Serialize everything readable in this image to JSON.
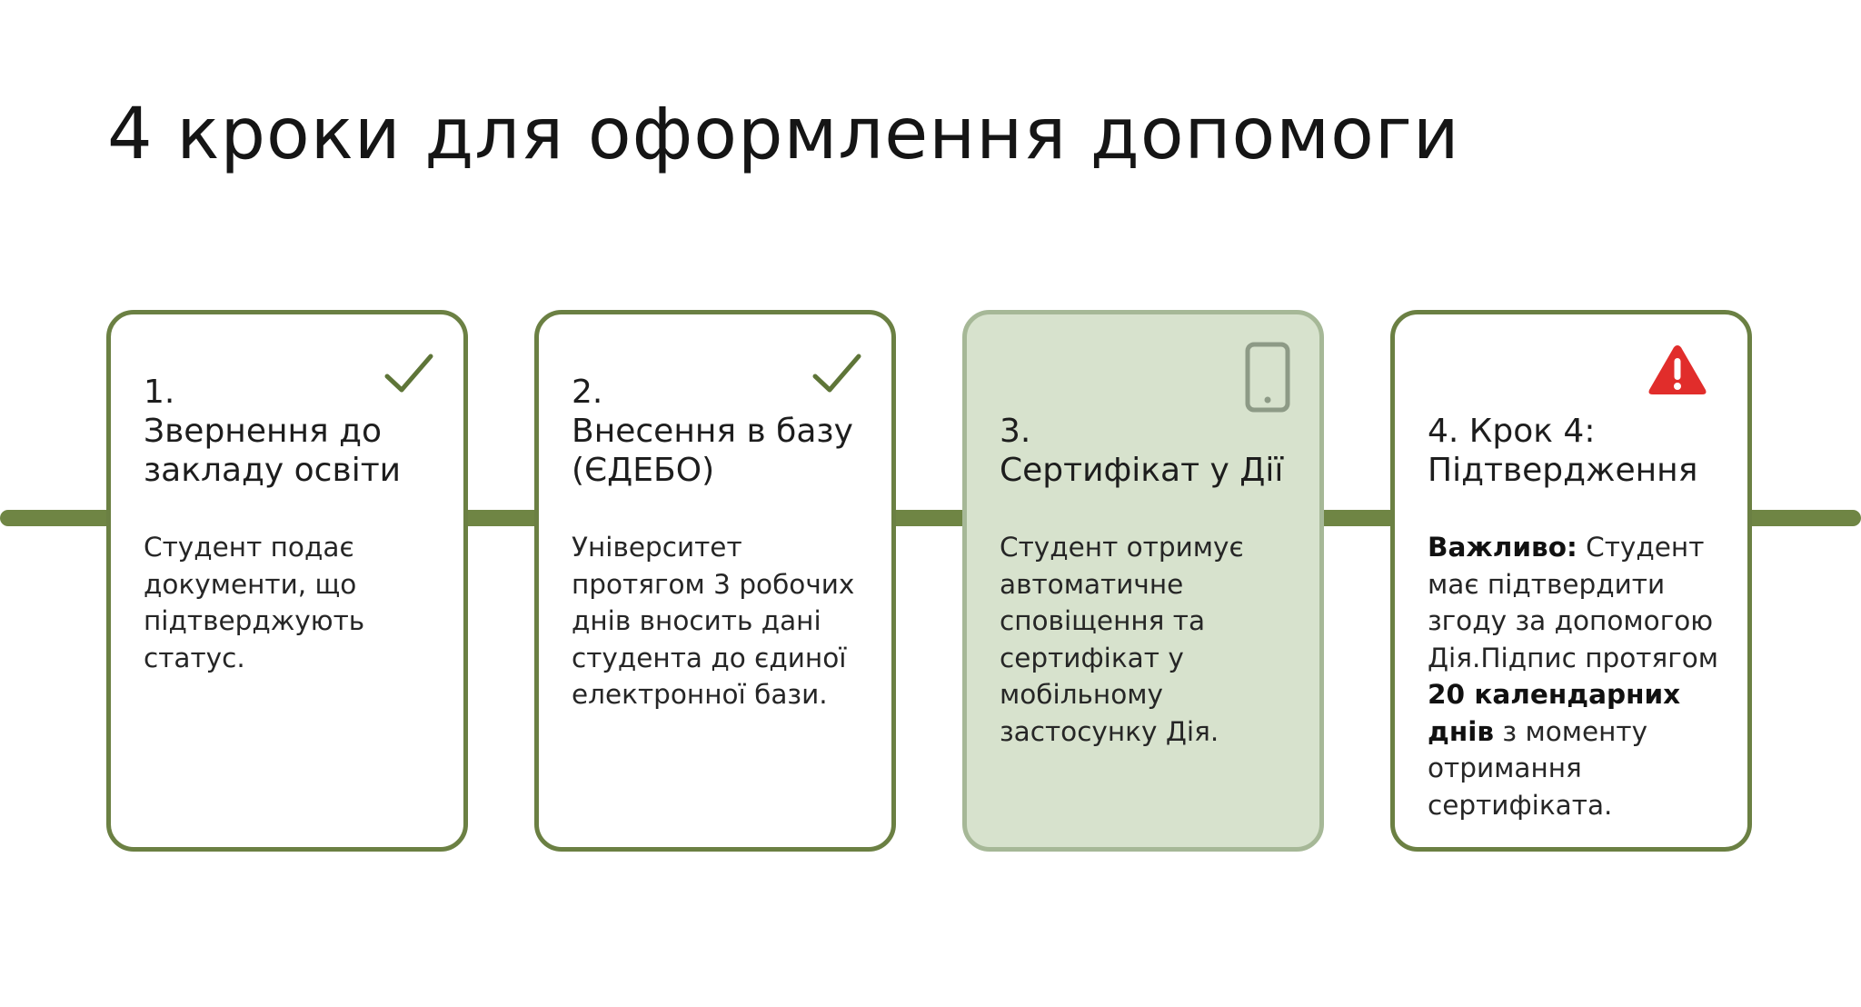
{
  "title": "4 кроки для оформлення допомоги",
  "steps": [
    {
      "number": "1.",
      "title": "Звернення до закладу освіти",
      "title_lines": [
        "Звернення до",
        "закладу освіти"
      ],
      "icon": "checkmark-icon",
      "description": "Студент подає документи, що підтверджують статус."
    },
    {
      "number": "2.",
      "title": "Внесення в базу (ЄДЕБО)",
      "title_lines": [
        "Внесення в базу",
        "(ЄДЕБО)"
      ],
      "icon": "checkmark-icon",
      "description": "Університет протягом 3 робочих днів вносить дані студента до єдиної електронної бази."
    },
    {
      "number": "3.",
      "title": "Сертифікат у Дії",
      "title_lines": [
        "Сертифікат у Дії"
      ],
      "icon": "smartphone-icon",
      "description": "Студент отримує автоматичне сповіщення та сертифікат у мобільному застосунку Дія."
    },
    {
      "number": "4. Крок 4:",
      "title": "Підтвердження",
      "title_lines": [
        "Підтвердження"
      ],
      "icon": "warning-icon",
      "description": {
        "important_label": "Важливо:",
        "text_part_1": " Студент має підтвердити згоду за допомогою Дія.Підпис протягом ",
        "deadline": "20 календарних днів",
        "text_part_2": " з моменту отримання сертифіката."
      }
    }
  ],
  "colors": {
    "accent_green": "#6f8544",
    "card_border": "#6b8043",
    "highlight_fill": "#d7e2cd",
    "highlight_border": "#a6b897",
    "icon_green": "#5e7538",
    "phone_gray": "#8d9a86",
    "warning_red": "#e12d2b"
  }
}
